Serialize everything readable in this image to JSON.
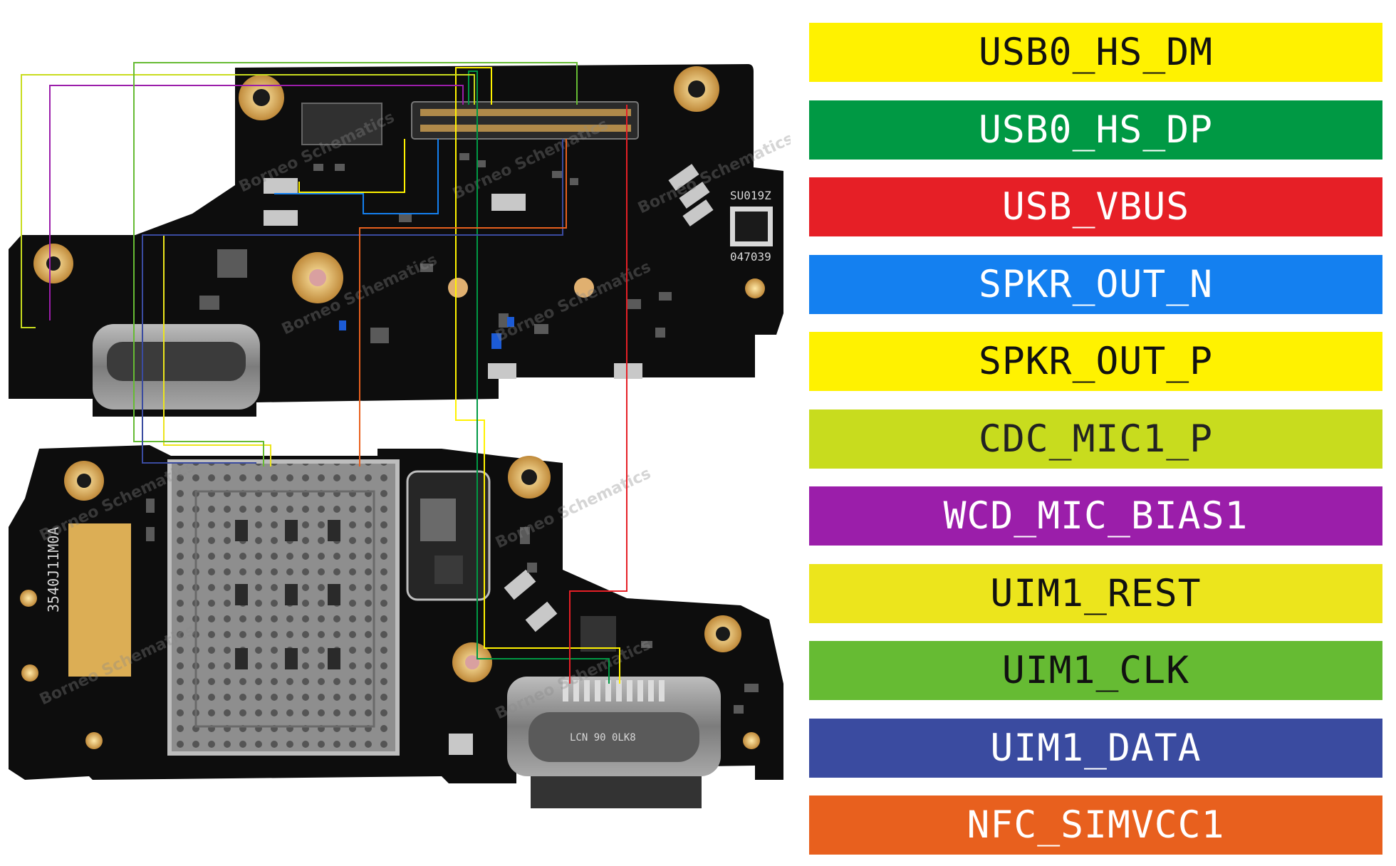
{
  "legend": [
    {
      "label": "USB0_HS_DM",
      "color": "#fff200",
      "text_color": "#111111"
    },
    {
      "label": "USB0_HS_DP",
      "color": "#009944",
      "text_color": "#ffffff"
    },
    {
      "label": "USB_VBUS",
      "color": "#e61f26",
      "text_color": "#ffffff"
    },
    {
      "label": "SPKR_OUT_N",
      "color": "#1480f0",
      "text_color": "#ffffff"
    },
    {
      "label": "SPKR_OUT_P",
      "color": "#fff200",
      "text_color": "#111111"
    },
    {
      "label": "CDC_MIC1_P",
      "color": "#c8dc1e",
      "text_color": "#222222"
    },
    {
      "label": "WCD_MIC_BIAS1",
      "color": "#9b1eaa",
      "text_color": "#ffffff"
    },
    {
      "label": "UIM1_REST",
      "color": "#ece51c",
      "text_color": "#111111"
    },
    {
      "label": "UIM1_CLK",
      "color": "#66bb33",
      "text_color": "#111111"
    },
    {
      "label": "UIM1_DATA",
      "color": "#3a4ba0",
      "text_color": "#ffffff"
    },
    {
      "label": "NFC_SIMVCC1",
      "color": "#e8601e",
      "text_color": "#ffffff"
    }
  ],
  "board": {
    "top_markings": [
      "SU019Z",
      "047039"
    ],
    "bottom_marking": "3540J11M0A",
    "connector_text": "LCN 90 0LK8",
    "watermark": "Borneo Schematics"
  },
  "colors": {
    "pcb": "#0c0c0c",
    "gold": "#d4a95a",
    "metal": "#9a9a9a"
  }
}
